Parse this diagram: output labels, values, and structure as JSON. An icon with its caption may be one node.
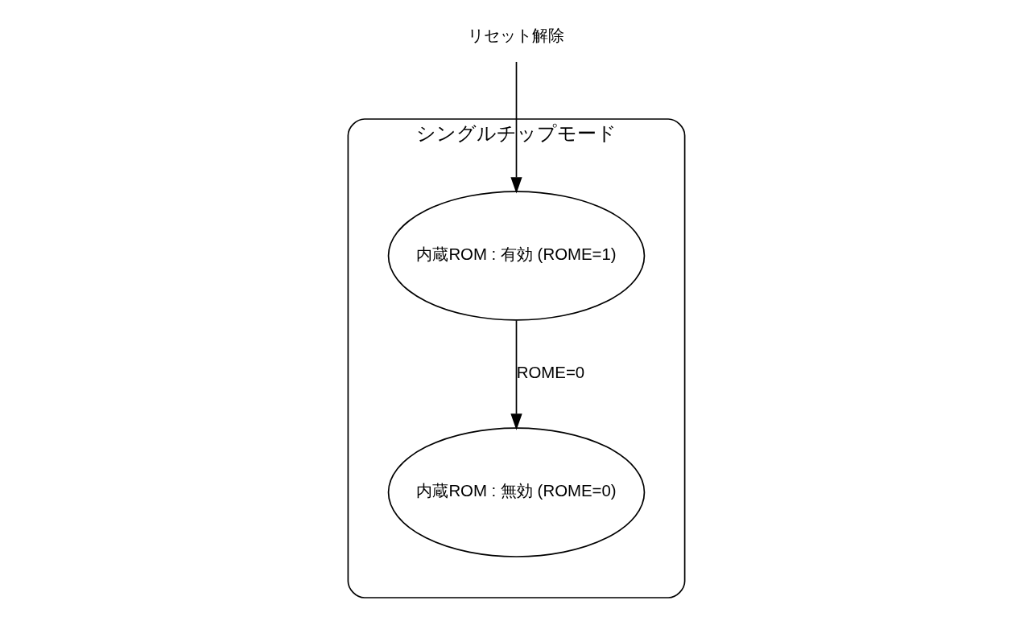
{
  "diagram": {
    "nodes": [
      {
        "text": [
          "シングルチップモード"
        ]
      },
      {
        "text": [
          "内蔵ROM : 有効 (ROME=1)"
        ],
        "in": 0
      },
      {
        "text": [
          "内蔵ROM : 無効 (ROME=0)"
        ],
        "in": 0
      },
      {
        "text": [
          "リセット解除"
        ]
      }
    ],
    "edges": [
      {
        "from": 3,
        "to": 1,
        "arrow": "to"
      },
      {
        "from": 1,
        "to": 2,
        "arrow": "to",
        "label": "ROME=0"
      }
    ]
  }
}
